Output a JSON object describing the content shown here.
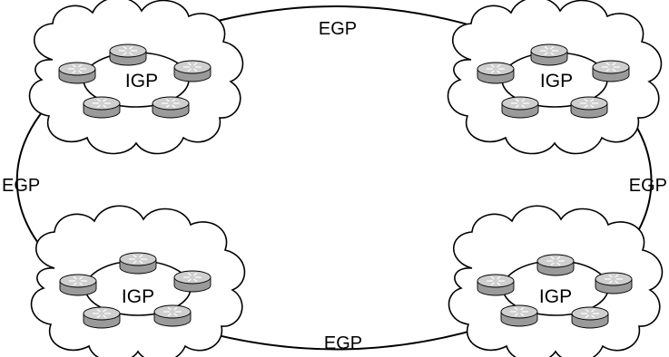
{
  "diagram": {
    "labels": {
      "egp_top": "EGP",
      "egp_bottom": "EGP",
      "egp_left": "EGP",
      "egp_right": "EGP"
    },
    "clouds": [
      {
        "id": "cloud-top-left",
        "label": "IGP",
        "routers": 5
      },
      {
        "id": "cloud-top-right",
        "label": "IGP",
        "routers": 5
      },
      {
        "id": "cloud-bottom-left",
        "label": "IGP",
        "routers": 5
      },
      {
        "id": "cloud-bottom-right",
        "label": "IGP",
        "routers": 5
      }
    ],
    "colors": {
      "line": "#000000",
      "router_top": "#c8c8c8",
      "router_side": "#9a9a9a",
      "cloud_fill": "#ffffff"
    }
  }
}
